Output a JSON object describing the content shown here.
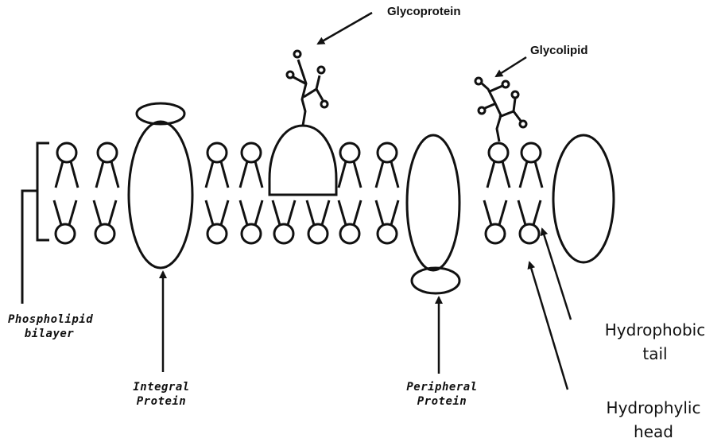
{
  "labels": {
    "glycoprotein": "Glycoprotein",
    "glycolipid": "Glycolipid",
    "phospholipid_line1": "Phospholipid",
    "phospholipid_line2": "bilayer",
    "integral_line1": "Integral",
    "integral_line2": "Protein",
    "peripheral_line1": "Peripheral",
    "peripheral_line2": "Protein",
    "hydrophobic_line1": "Hydrophobic",
    "hydrophobic_line2": "tail",
    "hydrophylic_line1": "Hydrophylic",
    "hydrophylic_line2": "head"
  }
}
